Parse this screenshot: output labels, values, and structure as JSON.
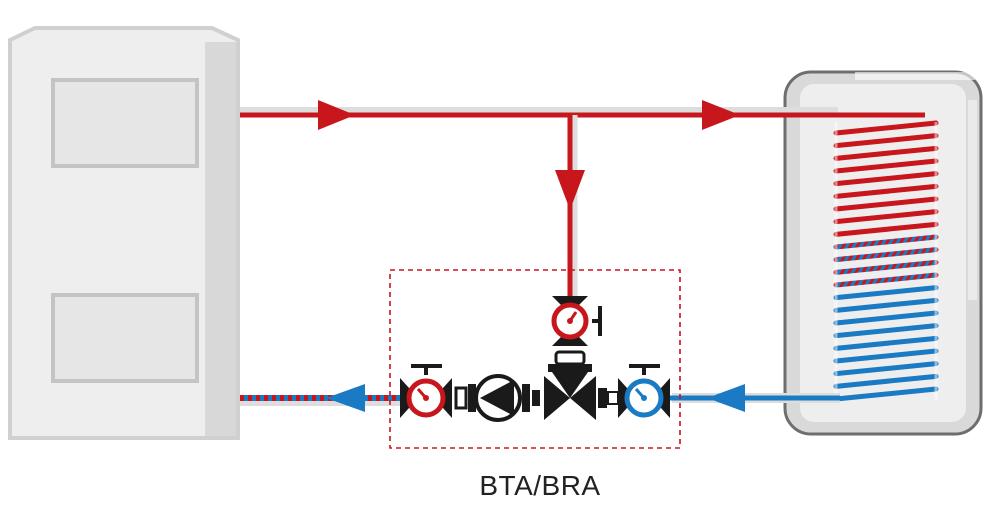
{
  "caption": "BTA/BRA",
  "colors": {
    "hot": "#c8161d",
    "cold": "#1a7bc4",
    "frame": "#d6d6d6",
    "frame_fill": "#eeeeee",
    "tank_fill": "#d9d9d9",
    "border": "#c8161d"
  },
  "icons": [
    "boiler",
    "hot-water-tank",
    "circulation-pump",
    "mixing-valve",
    "thermometer",
    "ball-valve",
    "flow-arrow"
  ]
}
